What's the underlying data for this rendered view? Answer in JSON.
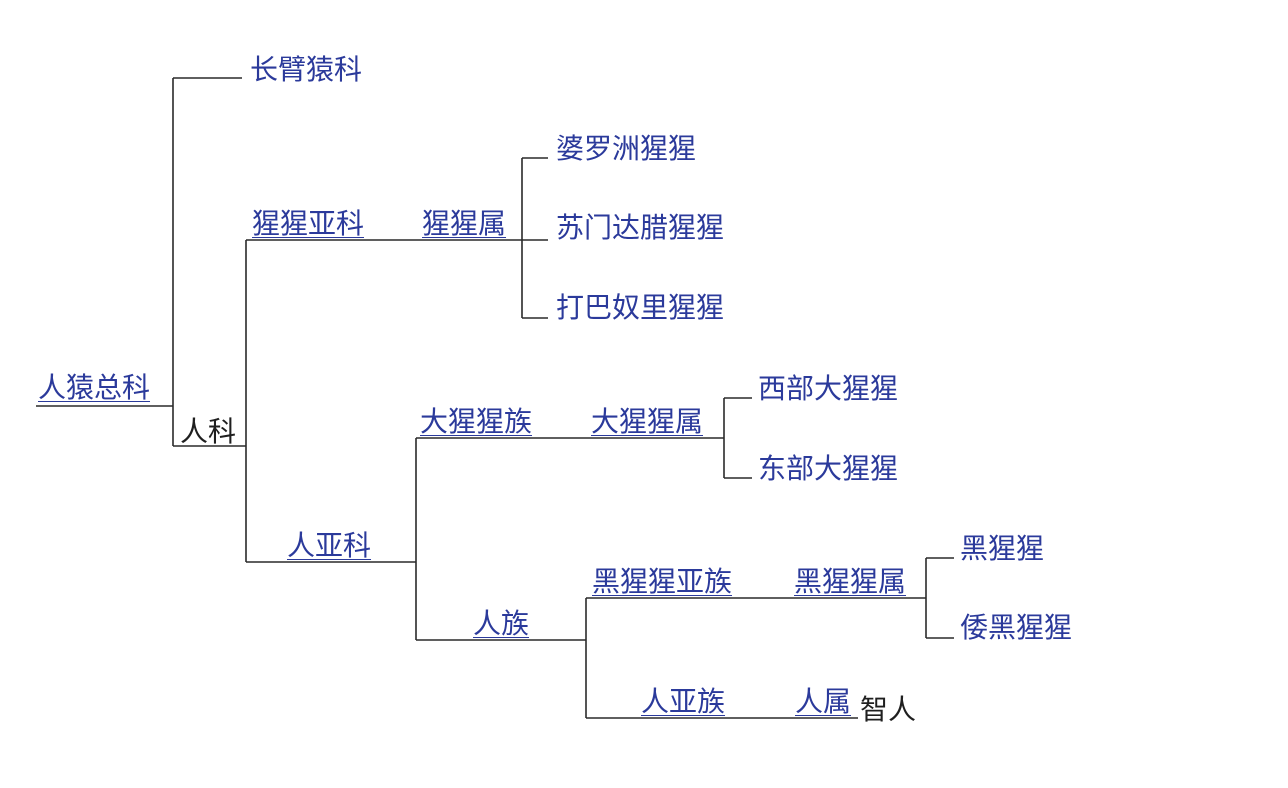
{
  "colors": {
    "link": "#2b3a9b",
    "dark": "#1f1f1f",
    "line": "#2a2a2a",
    "background": "#ffffff"
  },
  "tree": {
    "root": "人猿总科",
    "gibbon_family": "长臂猿科",
    "hominidae": "人科",
    "ponginae": "猩猩亚科",
    "pongo": "猩猩属",
    "bornean_orangutan": "婆罗洲猩猩",
    "sumatran_orangutan": "苏门达腊猩猩",
    "tapanuli_orangutan": "打巴奴里猩猩",
    "homininae": "人亚科",
    "gorillini": "大猩猩族",
    "gorilla": "大猩猩属",
    "western_gorilla": "西部大猩猩",
    "eastern_gorilla": "东部大猩猩",
    "hominini": "人族",
    "panina": "黑猩猩亚族",
    "pan": "黑猩猩属",
    "chimpanzee": "黑猩猩",
    "bonobo": "倭黑猩猩",
    "hominina": "人亚族",
    "homo": "人属",
    "sapiens": "智人"
  }
}
